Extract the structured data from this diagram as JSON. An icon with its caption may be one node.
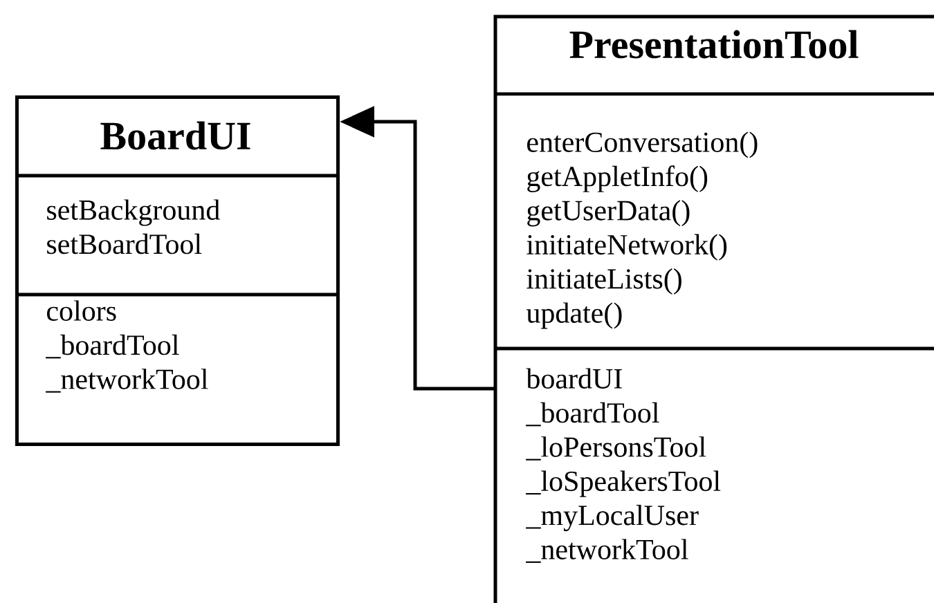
{
  "diagram": {
    "nodes": [
      {
        "text": [
          "BoardUI",
          "setBackground setBoardTool",
          "colors _boardTool _networkTool"
        ]
      },
      {
        "text": [
          "PresentationTool",
          "enterConversation() getAppletInfo() getUserData() initiateNetwork() initiateLists() update()",
          "boardUI _boardTool _loPersonsTool _loSpeakersTool _myLocalUser _networkTool"
        ]
      }
    ],
    "edges": [
      {
        "from": 1,
        "to": 0,
        "arrow": "to"
      }
    ]
  }
}
